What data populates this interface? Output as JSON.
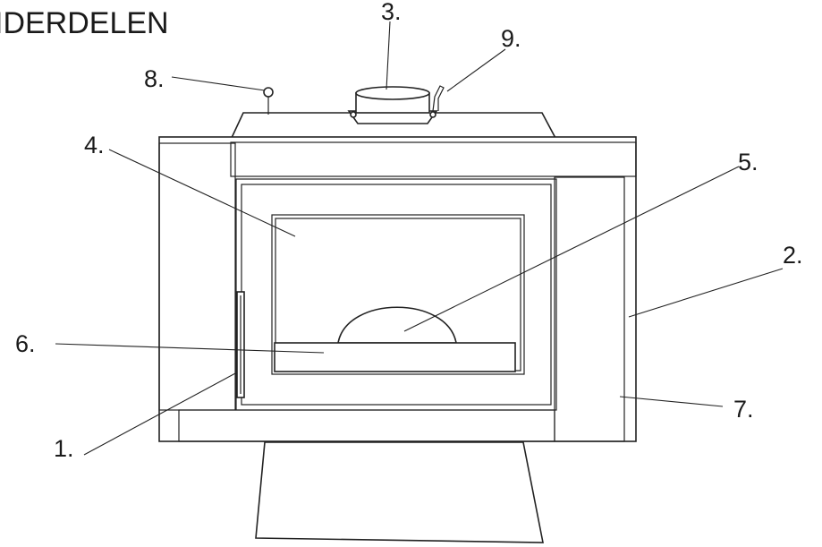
{
  "title": "IDERDELEN",
  "callouts": [
    {
      "id": "1",
      "label": "1."
    },
    {
      "id": "2",
      "label": "2."
    },
    {
      "id": "3",
      "label": "3."
    },
    {
      "id": "4",
      "label": "4."
    },
    {
      "id": "5",
      "label": "5."
    },
    {
      "id": "6",
      "label": "6."
    },
    {
      "id": "7",
      "label": "7."
    },
    {
      "id": "8",
      "label": "8."
    },
    {
      "id": "9",
      "label": "9."
    }
  ],
  "colors": {
    "line": "#222222",
    "background": "#ffffff"
  }
}
